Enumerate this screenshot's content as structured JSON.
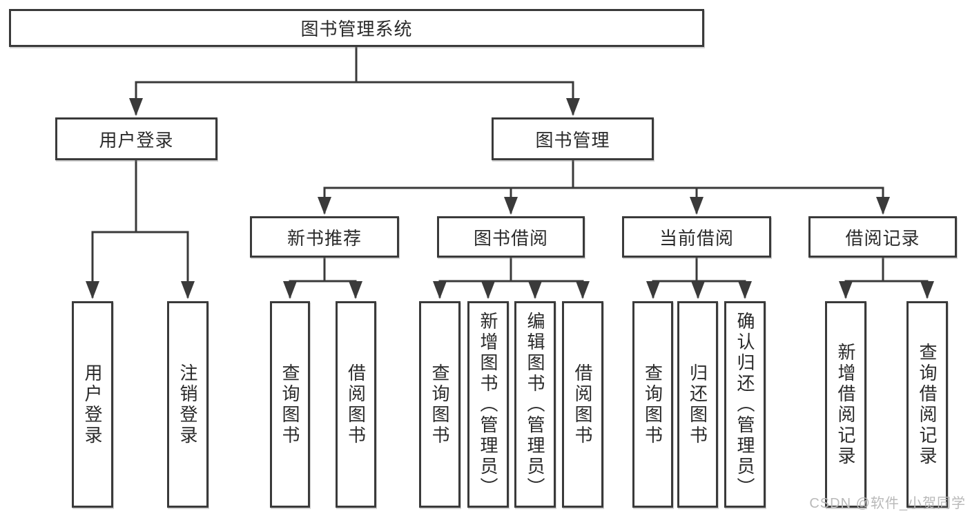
{
  "tree": {
    "root": {
      "label": "图书管理系统"
    },
    "branches": [
      {
        "label": "用户登录",
        "leaves": [
          {
            "label": "用户登录"
          },
          {
            "label": "注销登录"
          }
        ]
      },
      {
        "label": "图书管理",
        "groups": [
          {
            "label": "新书推荐",
            "leaves": [
              {
                "label": "查询图书"
              },
              {
                "label": "借阅图书"
              }
            ]
          },
          {
            "label": "图书借阅",
            "leaves": [
              {
                "label": "查询图书"
              },
              {
                "label": "新增图书（管理员）"
              },
              {
                "label": "编辑图书（管理员）"
              },
              {
                "label": "借阅图书"
              }
            ]
          },
          {
            "label": "当前借阅",
            "leaves": [
              {
                "label": "查询图书"
              },
              {
                "label": "归还图书"
              },
              {
                "label": "确认归还（管理员）"
              }
            ]
          },
          {
            "label": "借阅记录",
            "leaves": [
              {
                "label": "新增借阅记录"
              },
              {
                "label": "查询借阅记录"
              }
            ]
          }
        ]
      }
    ]
  },
  "watermark": "CSDN @软件_小贺同学",
  "colors": {
    "line": "#3a3a3a",
    "text": "#2a2a2a",
    "box_background": "#ffffff",
    "watermark": "#b9b9b9",
    "background": "#ffffff"
  }
}
